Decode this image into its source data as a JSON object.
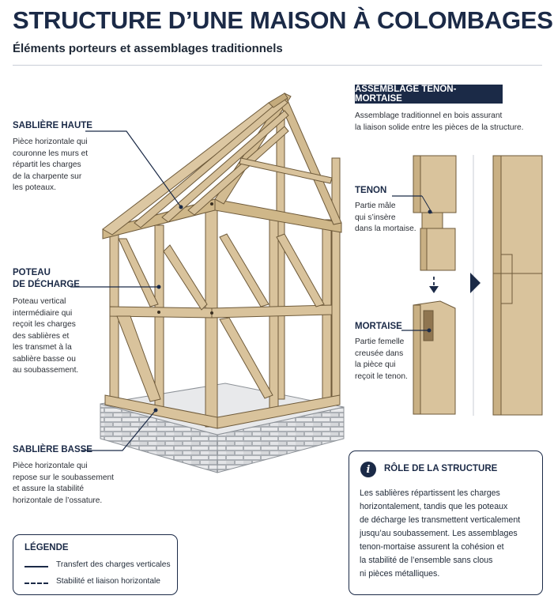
{
  "header": {
    "title": "STRUCTURE D’UNE MAISON À COLOMBAGES",
    "subtitle": "Éléments porteurs et assemblages traditionnels"
  },
  "labels": {
    "sabliere_haute": {
      "title": "SABLIÈRE HAUTE",
      "lines": [
        "Pièce horizontale qui",
        "couronne les murs et",
        "répartit les charges",
        "de la charpente sur",
        "les poteaux."
      ]
    },
    "poteau": {
      "title_lines": [
        "POTEAU",
        "DE DÉCHARGE"
      ],
      "lines": [
        "Poteau vertical",
        "intermédiaire qui",
        "reçoit les charges",
        "des sablières et",
        "les transmet à la",
        "sablière basse ou",
        "au soubassement."
      ]
    },
    "sabliere_basse": {
      "title": "SABLIÈRE BASSE",
      "lines": [
        "Pièce horizontale qui",
        "repose sur le soubassement",
        "et assure la stabilité",
        "horizontale de l’ossature."
      ]
    }
  },
  "assemblage": {
    "badge": "ASSEMBLAGE TENON-MORTAISE",
    "intro_lines": [
      "Assemblage traditionnel en bois assurant",
      "la liaison solide entre les pièces de la structure."
    ],
    "tenon": {
      "title": "TENON",
      "lines": [
        "Partie mâle",
        "qui s’insère",
        "dans la mortaise."
      ]
    },
    "mortaise": {
      "title": "MORTAISE",
      "lines": [
        "Partie femelle",
        "creusée dans",
        "la pièce qui",
        "reçoit le tenon."
      ]
    }
  },
  "role": {
    "icon": "info-icon",
    "title": "RÔLE DE LA STRUCTURE",
    "lines": [
      "Les sablières répartissent les charges",
      "horizontalement, tandis que les poteaux",
      "de décharge les transmettent verticalement",
      "jusqu’au soubassement. Les assemblages",
      "tenon-mortaise assurent la cohésion et",
      "la stabilité de l’ensemble sans clous",
      "ni pièces métalliques."
    ]
  },
  "legend": {
    "title": "LÉGENDE",
    "items": [
      {
        "style": "solid",
        "label": "Transfert des charges verticales"
      },
      {
        "style": "dashed",
        "label": "Stabilité et liaison horizontale"
      }
    ]
  },
  "colors": {
    "navy": "#1b2a47",
    "timber": "#d9c39c",
    "timber_dark": "#b99c6e",
    "stone": "#d4d6d9"
  }
}
